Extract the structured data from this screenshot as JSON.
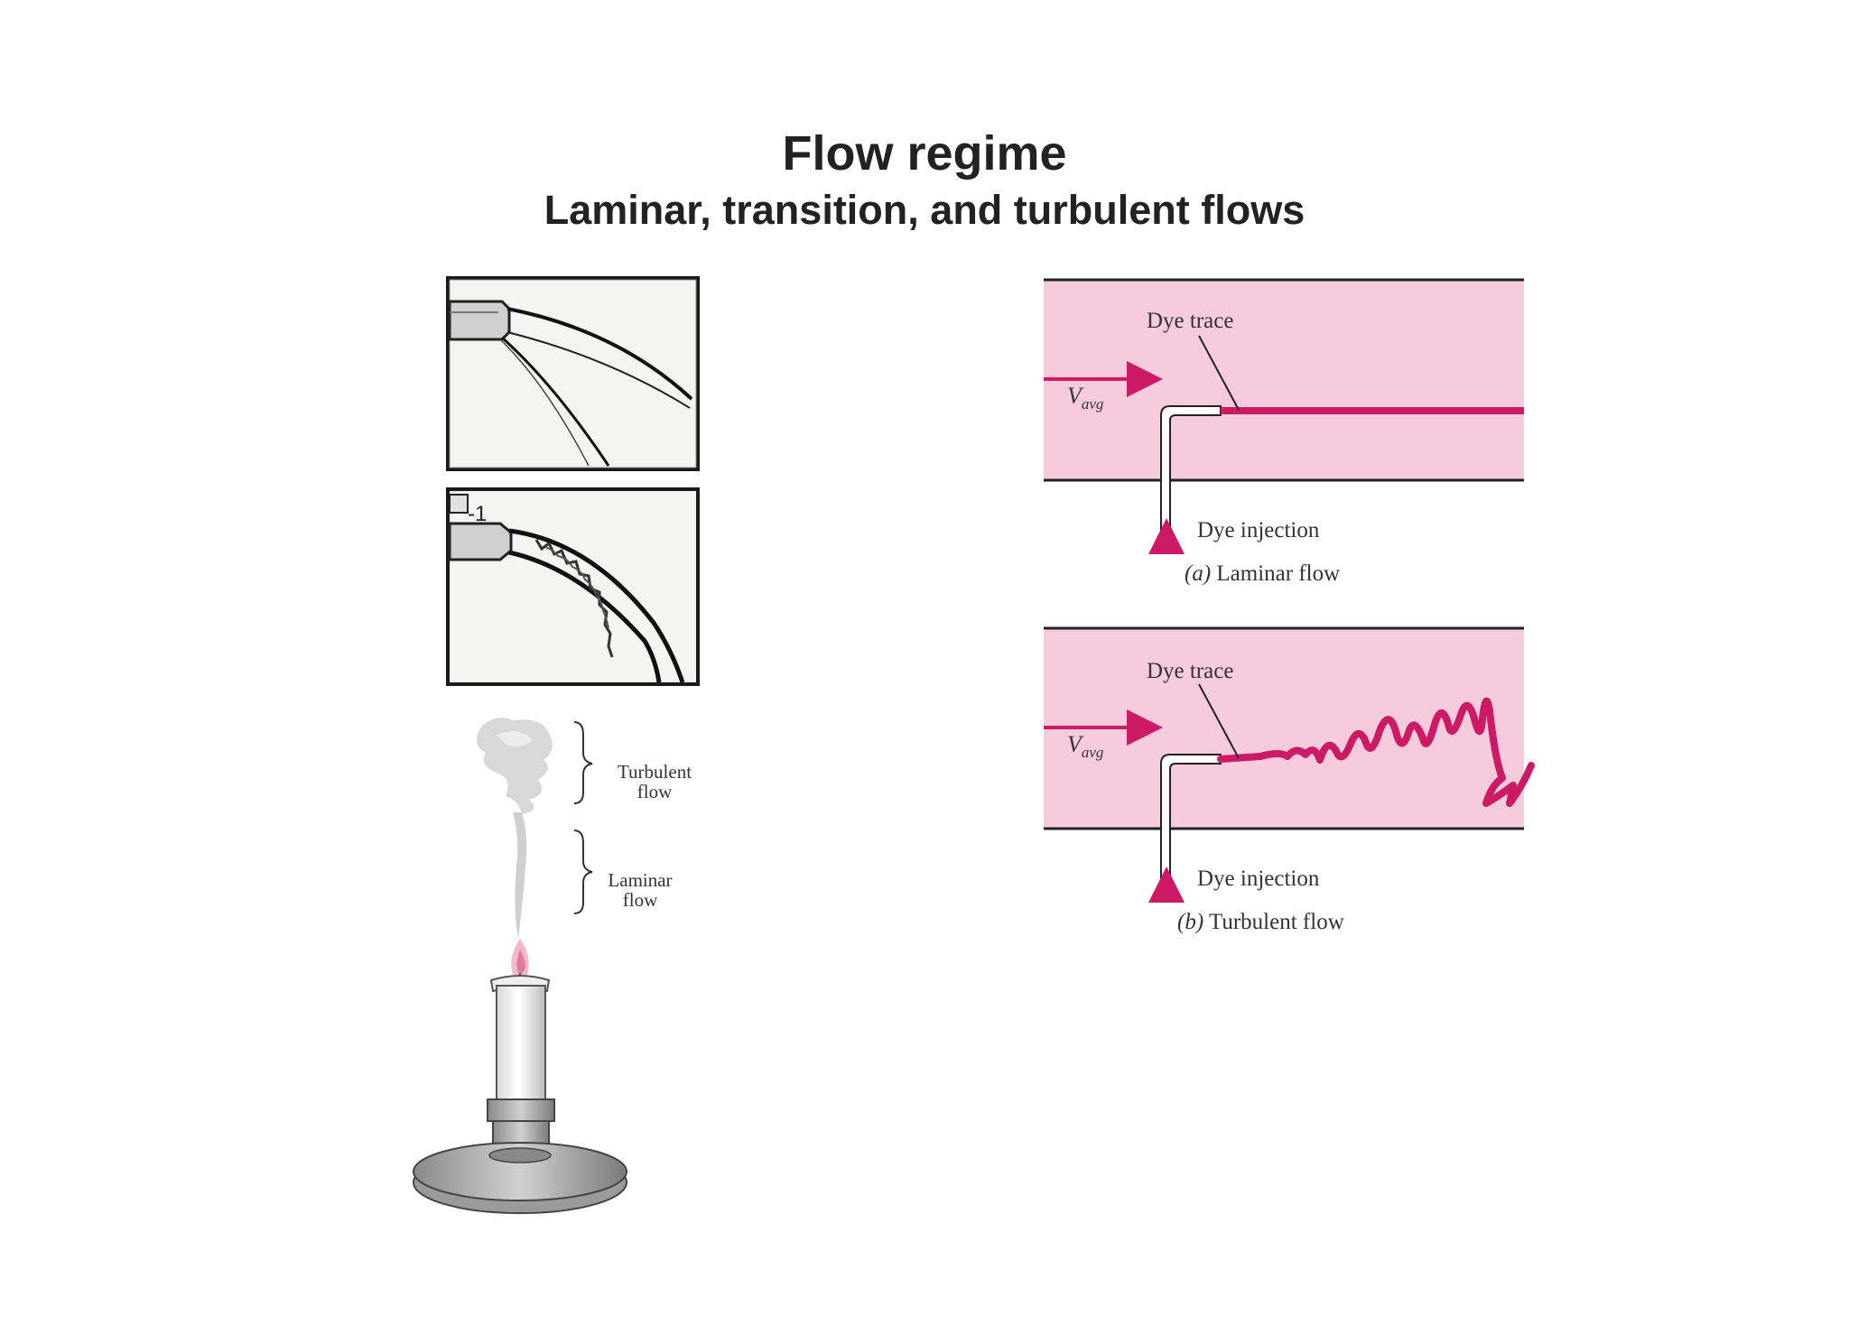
{
  "header": {
    "title": "Flow regime",
    "subtitle": "Laminar, transition, and turbulent flows"
  },
  "photo_panel": {
    "second_photo_label": "-1",
    "candle_labels": {
      "turbulent_line1": "Turbulent",
      "turbulent_line2": "flow",
      "laminar_line1": "Laminar",
      "laminar_line2": "flow"
    }
  },
  "diagram_a": {
    "dye_trace_label": "Dye trace",
    "velocity_symbol": "V",
    "velocity_subscript": "avg",
    "dye_injection_label": "Dye injection",
    "caption_letter": "(a)",
    "caption_text": "Laminar flow"
  },
  "diagram_b": {
    "dye_trace_label": "Dye trace",
    "velocity_symbol": "V",
    "velocity_subscript": "avg",
    "dye_injection_label": "Dye injection",
    "caption_letter": "(b)",
    "caption_text": "Turbulent flow"
  },
  "colors": {
    "pipe_fill": "#f6ccdc",
    "dye": "#cc1a66",
    "outline": "#222222",
    "title_text": "#222222"
  }
}
